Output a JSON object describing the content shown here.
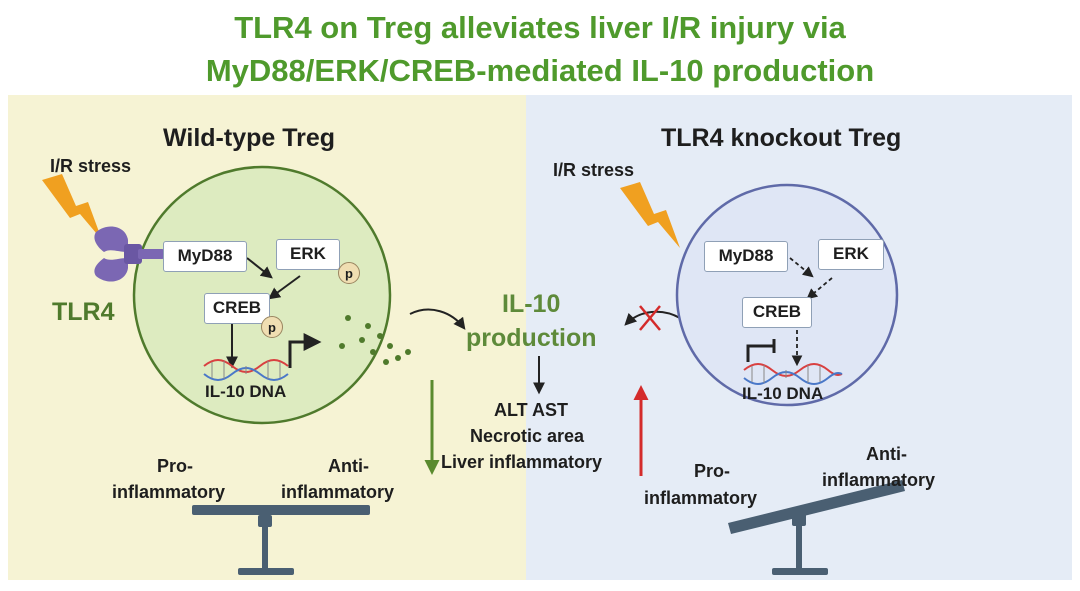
{
  "title": {
    "line1": "TLR4 on Treg alleviates liver I/R injury via",
    "line2": "MyD88/ERK/CREB-mediated IL-10 production"
  },
  "left": {
    "heading": "Wild-type Treg",
    "stress": "I/R stress",
    "receptor": "TLR4",
    "myd88": "MyD88",
    "erk": "ERK",
    "creb": "CREB",
    "phospho": "p",
    "dna": "IL-10 DNA",
    "pro": [
      "Pro-",
      "inflammatory"
    ],
    "anti": [
      "Anti-",
      "inflammatory"
    ]
  },
  "center": {
    "il10": [
      "IL-10",
      "production"
    ],
    "outcomes": [
      "ALT AST",
      "Necrotic area",
      "Liver inflammatory"
    ]
  },
  "right": {
    "heading": "TLR4 knockout Treg",
    "stress": "I/R stress",
    "myd88": "MyD88",
    "erk": "ERK",
    "creb": "CREB",
    "dna": "IL-10 DNA",
    "pro": [
      "Pro-",
      "inflammatory"
    ],
    "anti": [
      "Anti-",
      "inflammatory"
    ]
  },
  "colors": {
    "title": "#4f9a2c",
    "left_bg": "#f6f3d4",
    "right_bg": "#e5ecf6",
    "cell_left": "#ddebc0",
    "cell_right": "#dfe6f5",
    "lightning": "#f0a020",
    "receptor": "#7b67b3",
    "down_arrow": "#5a8a2e",
    "up_arrow": "#d42b2b",
    "balance": "#4a5f72"
  }
}
